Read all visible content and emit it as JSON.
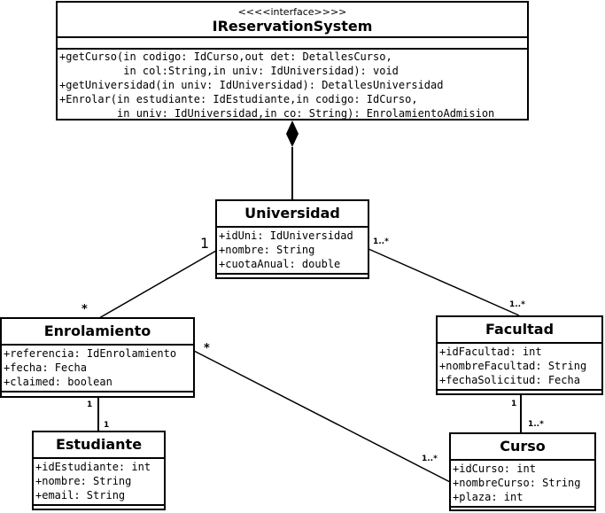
{
  "interface": {
    "stereotype": "<<<<interface>>>>",
    "name": "IReservationSystem",
    "attributes": [],
    "operations": [
      "+getCurso(in codigo: IdCurso,out det: DetallesCurso,",
      "          in col:String,in univ: IdUniversidad): void",
      "+getUniversidad(in univ: IdUniversidad): DetallesUniversidad",
      "+Enrolar(in estudiante: IdEstudiante,in codigo: IdCurso,",
      "         in univ: IdUniversidad,in co: String): EnrolamientoAdmision"
    ]
  },
  "universidad": {
    "name": "Universidad",
    "attributes": [
      "+idUni: IdUniversidad",
      "+nombre: String",
      "+cuotaAnual: double"
    ]
  },
  "enrolamiento": {
    "name": "Enrolamiento",
    "attributes": [
      "+referencia: IdEnrolamiento",
      "+fecha: Fecha",
      "+claimed: boolean"
    ]
  },
  "facultad": {
    "name": "Facultad",
    "attributes": [
      "+idFacultad: int",
      "+nombreFacultad: String",
      "+fechaSolicitud: Fecha"
    ]
  },
  "estudiante": {
    "name": "Estudiante",
    "attributes": [
      "+idEstudiante: int",
      "+nombre: String",
      "+email: String"
    ]
  },
  "curso": {
    "name": "Curso",
    "attributes": [
      "+idCurso: int",
      "+nombreCurso: String",
      "+plaza: int"
    ]
  },
  "multiplicities": {
    "univ_enrol_univ_end": "1",
    "univ_enrol_enrol_end": "*",
    "univ_fac_univ_end": "1..*",
    "univ_fac_fac_end": "1..*",
    "enrol_est_enrol_end": "1",
    "enrol_est_est_end": "1",
    "enrol_curso_enrol_end": "*",
    "enrol_curso_curso_end": "1..*",
    "fac_curso_fac_end": "1",
    "fac_curso_curso_end": "1..*"
  }
}
